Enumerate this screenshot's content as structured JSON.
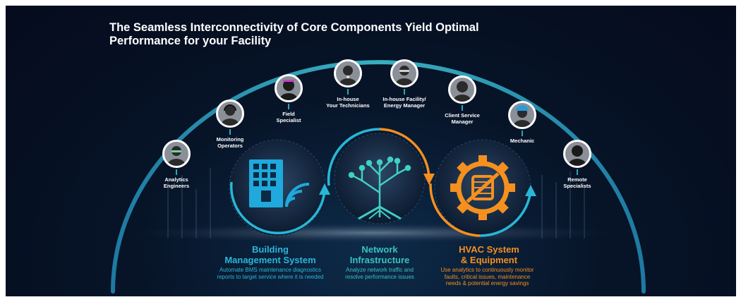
{
  "title": {
    "line1": "The Seamless Interconnectivity of Core Components Yield Optimal",
    "line2": "Performance for your Facility"
  },
  "personas": [
    {
      "id": "analytics-engineers",
      "line1": "Analytics",
      "line2": "Engineers",
      "icon": "person-glasses-icon"
    },
    {
      "id": "monitoring-operators",
      "line1": "Monitoring",
      "line2": "Operators",
      "icon": "person-headset-icon"
    },
    {
      "id": "field-specialist",
      "line1": "Field",
      "line2": "Specialist",
      "icon": "person-female-icon"
    },
    {
      "id": "in-house-technicians",
      "line1": "In-house",
      "line2": "Your Technicians",
      "icon": "person-headset-icon"
    },
    {
      "id": "in-house-facility-manager",
      "line1": "In-house Facility/",
      "line2": "Energy Manager",
      "icon": "person-glasses-icon"
    },
    {
      "id": "client-service-manager",
      "line1": "Client Service",
      "line2": "Manager",
      "icon": "person-headset-icon"
    },
    {
      "id": "mechanic",
      "line1": "Mechanic",
      "line2": "",
      "icon": "person-cap-icon"
    },
    {
      "id": "remote-specialists",
      "line1": "Remote",
      "line2": "Specialists",
      "icon": "person-female-icon"
    }
  ],
  "components": [
    {
      "id": "bms",
      "title1": "Building",
      "title2": "Management System",
      "desc1": "Automate BMS maintenance diagnostics",
      "desc2": "reports to target  service where it is needed",
      "desc3": "",
      "color": "#2ab6d8",
      "icon": "building-wifi-icon"
    },
    {
      "id": "network",
      "title1": "Network",
      "title2": "Infrastructure",
      "desc1": "Analyze network traffic and",
      "desc2": "resolve performance issues",
      "desc3": "",
      "color": "#39c2c2",
      "icon": "network-tree-icon"
    },
    {
      "id": "hvac",
      "title1": "HVAC System",
      "title2": "& Equipment",
      "desc1": "Use analytics to continuously monitor",
      "desc2": "faults, critical issues, maintenance",
      "desc3": "needs & potential energy savings",
      "color": "#f5901f",
      "icon": "gear-wrench-icon"
    }
  ],
  "colors": {
    "accent_teal": "#2aa6b8",
    "accent_orange": "#f5901f",
    "background": "#061226"
  }
}
